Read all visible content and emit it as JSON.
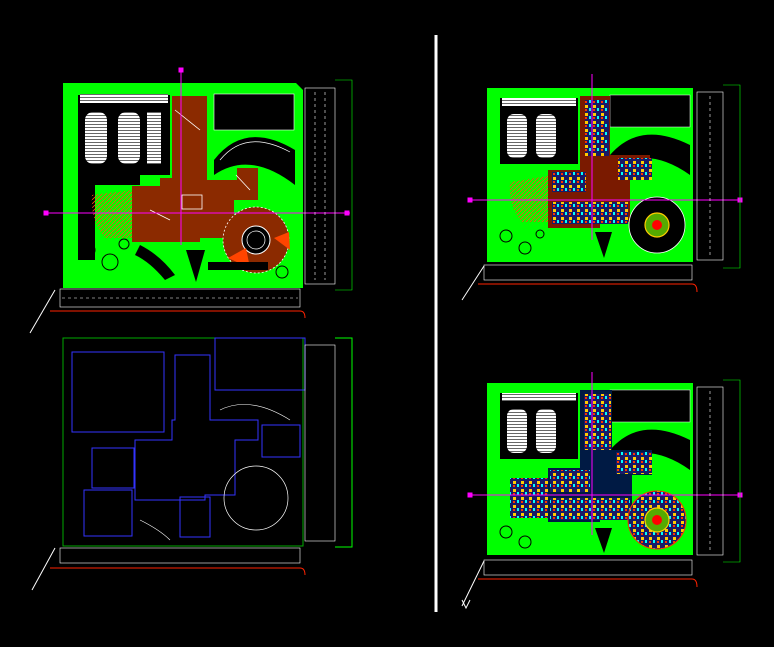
{
  "drawing": {
    "background": "#000000",
    "colors": {
      "site_green": "#00ff00",
      "paving_white": "#ffffff",
      "roof_brown": "#8b2a00",
      "roof_orange": "#ff4400",
      "outline_blue": "#0000ff",
      "axis_magenta": "#ff00ff",
      "road_red": "#ff2200",
      "divider_white": "#ffffff"
    },
    "sheets": [
      {
        "id": "roof-plan",
        "label": ""
      },
      {
        "id": "block-plan",
        "label": ""
      },
      {
        "id": "ground-floor-plan",
        "label": ""
      },
      {
        "id": "upper-floor-plan",
        "label": ""
      }
    ]
  }
}
